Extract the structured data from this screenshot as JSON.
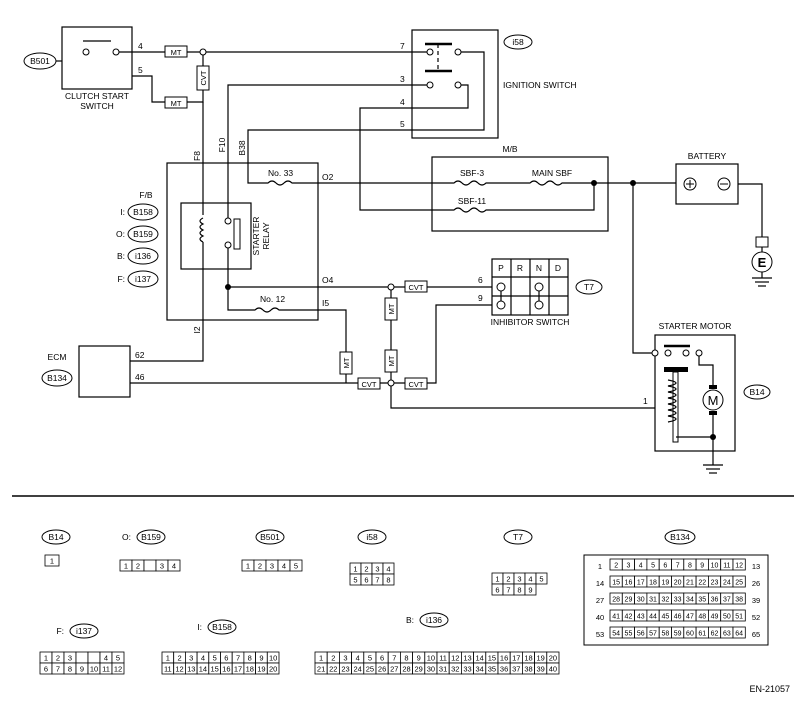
{
  "doc_id": "EN-21057",
  "connectors": {
    "b501": "B501",
    "i58": "i58",
    "t7": "T7",
    "b14": "B14",
    "b134": "B134",
    "b158": "B158",
    "b159": "B159",
    "i136": "i136",
    "i137": "i137"
  },
  "prefix": {
    "i": "I:",
    "o": "O:",
    "b": "B:",
    "f": "F:"
  },
  "labels": {
    "clutch_start_switch": [
      "CLUTCH START",
      "SWITCH"
    ],
    "ignition_switch": "IGNITION SWITCH",
    "mb": "M/B",
    "battery": "BATTERY",
    "fb": "F/B",
    "starter_relay": [
      "STARTER",
      "RELAY"
    ],
    "starter_motor": "STARTER MOTOR",
    "inhibitor_switch": "INHIBITOR SWITCH",
    "ecm": "ECM",
    "ground_e": "E",
    "motor_m": "M",
    "sbf3": "SBF-3",
    "main_sbf": "MAIN SBF",
    "sbf11": "SBF-11",
    "no33": "No. 33",
    "no12": "No. 12"
  },
  "wire_tags": {
    "mt": "MT",
    "cvt": "CVT",
    "f10": "F10",
    "b38": "B38",
    "f8": "F8",
    "o2": "O2",
    "o4": "O4",
    "i5": "I5",
    "i2": "I2"
  },
  "pins": {
    "p4": "4",
    "p5": "5",
    "p7": "7",
    "p3": "3",
    "p4b": "4",
    "p5b": "5",
    "p6": "6",
    "p9": "9",
    "p62": "62",
    "p46": "46",
    "p1": "1"
  },
  "inhibitor_positions": [
    "P",
    "R",
    "N",
    "D"
  ],
  "connector_faces": {
    "b14": [
      [
        "1"
      ]
    ],
    "b159": [
      [
        "1",
        "2",
        "",
        "3",
        "4"
      ]
    ],
    "b501": [
      [
        "1",
        "2",
        "3",
        "4",
        "5"
      ]
    ],
    "i58": [
      [
        "1",
        "2",
        "3",
        "4"
      ],
      [
        "5",
        "6",
        "7",
        "8"
      ]
    ],
    "t7": [
      [
        "1",
        "2",
        "3",
        "4",
        "5"
      ],
      [
        "6",
        "7",
        "8",
        "9"
      ]
    ],
    "i137": [
      [
        "1",
        "2",
        "3",
        "",
        "",
        "4",
        "5"
      ],
      [
        "6",
        "7",
        "8",
        "9",
        "10",
        "11",
        "12"
      ]
    ],
    "b158": [
      [
        "1",
        "2",
        "3",
        "4",
        "5",
        "6",
        "7",
        "8",
        "9",
        "10"
      ],
      [
        "11",
        "12",
        "13",
        "14",
        "15",
        "16",
        "17",
        "18",
        "19",
        "20"
      ]
    ],
    "i136": [
      [
        "1",
        "2",
        "3",
        "4",
        "5",
        "6",
        "7",
        "8",
        "9",
        "10",
        "11",
        "12",
        "13",
        "14",
        "15",
        "16",
        "17",
        "18",
        "19",
        "20"
      ],
      [
        "21",
        "22",
        "23",
        "24",
        "25",
        "26",
        "27",
        "28",
        "29",
        "30",
        "31",
        "32",
        "33",
        "34",
        "35",
        "36",
        "37",
        "38",
        "39",
        "40"
      ]
    ],
    "b134_left": [
      "1",
      "14",
      "27",
      "40",
      "53"
    ],
    "b134_right": [
      "13",
      "26",
      "39",
      "52",
      "65"
    ],
    "b134_rows": [
      [
        "2",
        "3",
        "4",
        "5",
        "6",
        "7",
        "8",
        "9",
        "10",
        "11",
        "12"
      ],
      [
        "15",
        "16",
        "17",
        "18",
        "19",
        "20",
        "21",
        "22",
        "23",
        "24",
        "25"
      ],
      [
        "28",
        "29",
        "30",
        "31",
        "32",
        "33",
        "34",
        "35",
        "36",
        "37",
        "38"
      ],
      [
        "41",
        "42",
        "43",
        "44",
        "45",
        "46",
        "47",
        "48",
        "49",
        "50",
        "51"
      ],
      [
        "54",
        "55",
        "56",
        "57",
        "58",
        "59",
        "60",
        "61",
        "62",
        "63",
        "64"
      ]
    ]
  }
}
